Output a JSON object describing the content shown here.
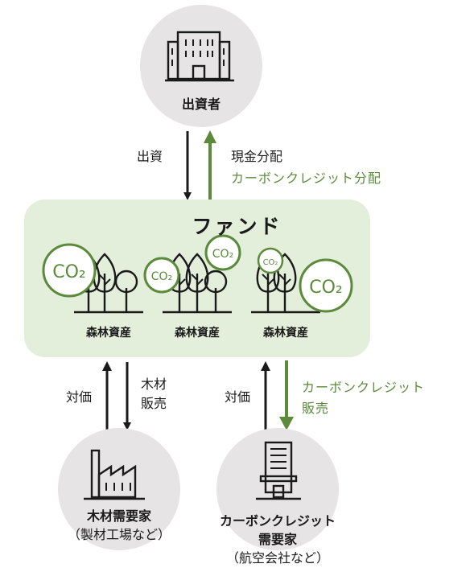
{
  "investor": {
    "label": "出資者"
  },
  "flows": {
    "investment": "出資",
    "cash_distribution": "現金分配",
    "credit_distribution": "カーボンクレジット分配",
    "payment_left": "対価",
    "timber_sales_line1": "木材",
    "timber_sales_line2": "販売",
    "payment_right": "対価",
    "credit_sales_line1": "カーボンクレジット",
    "credit_sales_line2": "販売"
  },
  "fund": {
    "title": "ファンド",
    "forests": [
      "森林資産",
      "森林資産",
      "森林資産"
    ]
  },
  "co2_label": "CO2",
  "timber_buyer": {
    "line1": "木材需要家",
    "line2": "（製材工場など）"
  },
  "credit_buyer": {
    "line1": "カーボンクレジット",
    "line2": "需要家",
    "line3": "（航空会社など）"
  },
  "colors": {
    "accent_green": "#5a8a3a",
    "fund_bg": "#e3eedb",
    "circle_bg": "#e6e4e4"
  },
  "icons": [
    "building-icon",
    "tree-icon",
    "co2-bubble-icon",
    "factory-icon",
    "office-building-icon"
  ]
}
